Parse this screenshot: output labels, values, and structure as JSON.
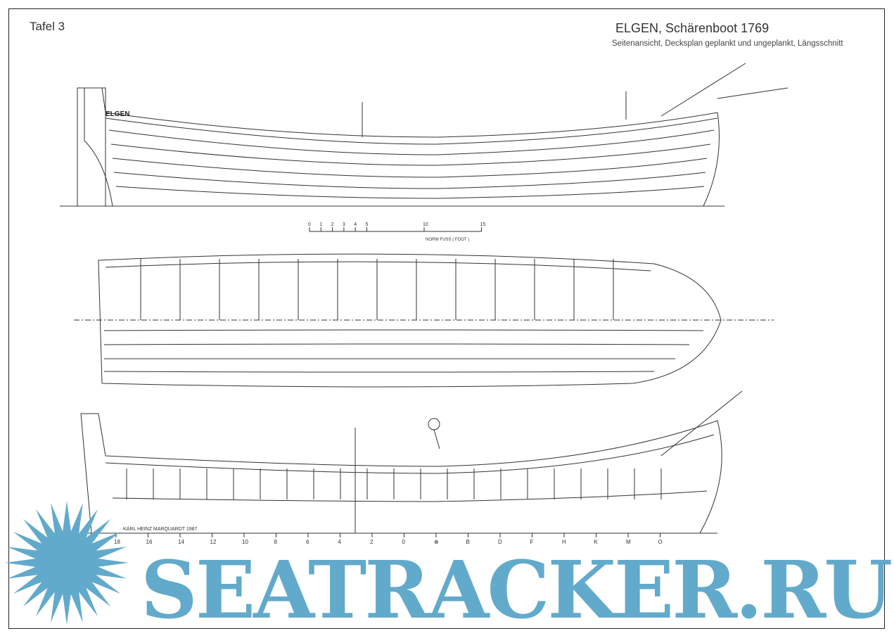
{
  "plate_label": "Tafel 3",
  "title": "ELGEN, Schärenboot 1769",
  "subtitle": "Seitenansicht, Decksplan geplankt und ungeplankt, Längsschnitt",
  "ship_name_on_hull": "ELGEN",
  "scale_bar": {
    "ticks": [
      "0",
      "1",
      "2",
      "3",
      "4",
      "5",
      "10",
      "15"
    ],
    "unit_label": "NORW  FUSS ( FOOT )"
  },
  "author_credit": "KARL HEINZ  MARQUARDT  1987",
  "station_labels": [
    "18",
    "16",
    "14",
    "12",
    "10",
    "8",
    "6",
    "4",
    "2",
    "0",
    "⊗",
    "B",
    "D",
    "F",
    "H",
    "K",
    "M",
    "O"
  ],
  "watermark": {
    "text": "SEATRACKER.RU",
    "color": "#62aacb"
  }
}
